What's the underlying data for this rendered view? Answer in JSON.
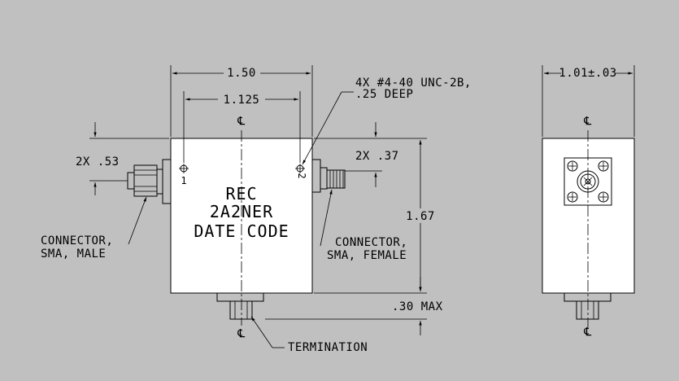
{
  "dimensions": {
    "overall_width": "1.50",
    "hole_spacing": "1.125",
    "thread_note_line1": "4X #4-40 UNC-2B,",
    "thread_note_line2": ".25 DEEP",
    "left_connector_offset": "2X .53",
    "right_connector_offset": "2X .37",
    "height": "1.67",
    "termination_max": ".30 MAX",
    "side_width": "1.01±.03"
  },
  "labels": {
    "body_line1": "REC",
    "body_line2": "2A2NER",
    "body_line3": "DATE CODE",
    "port1": "1",
    "port2": "2",
    "left_connector_line1": "CONNECTOR,",
    "left_connector_line2": "SMA, MALE",
    "right_connector_line1": "CONNECTOR,",
    "right_connector_line2": "SMA, FEMALE",
    "termination": "TERMINATION",
    "centerline_symbol": "℄"
  },
  "colors": {
    "background": "#c0c0c0",
    "body_fill": "#ffffff",
    "line": "#000000"
  }
}
